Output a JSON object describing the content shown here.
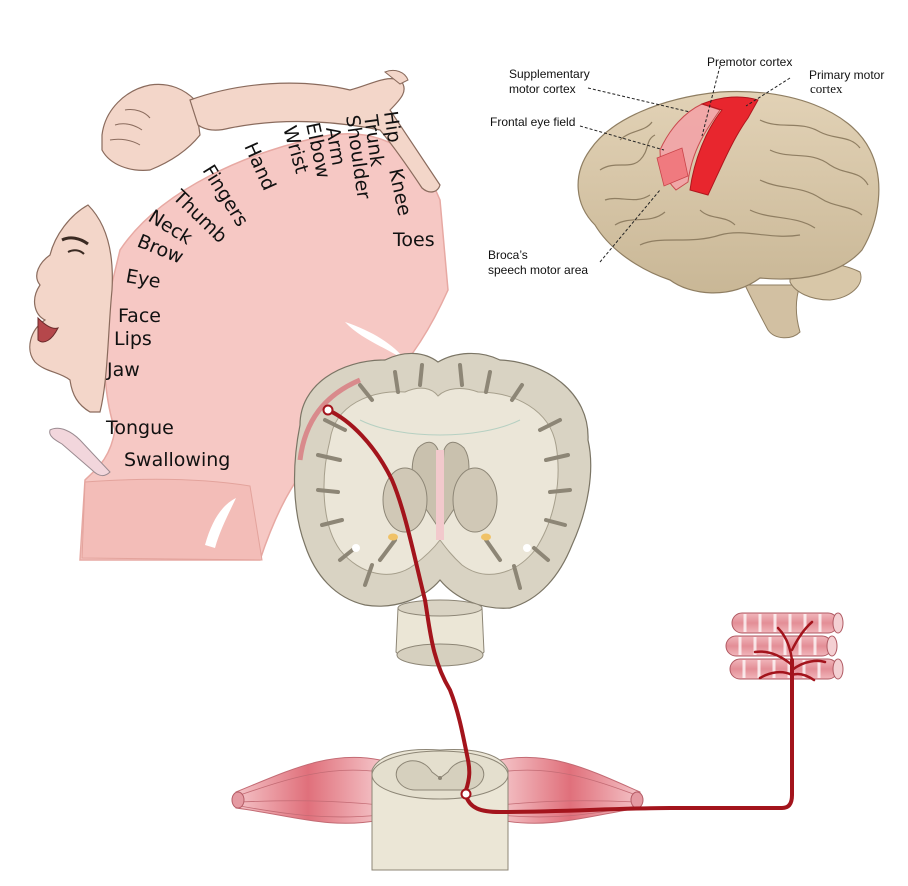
{
  "homunculus": {
    "labels": [
      "Toes",
      "Knee",
      "Hip",
      "Trunk",
      "Shoulder",
      "Arm",
      "Elbow",
      "Wrist",
      "Hand",
      "Fingers",
      "Thumb",
      "Neck",
      "Brow",
      "Eye",
      "Face",
      "Lips",
      "Jaw",
      "Tongue",
      "Swallowing"
    ]
  },
  "brain_lateral": {
    "labels": {
      "premotor": "Premotor cortex",
      "primary_motor_1": "Primary motor",
      "primary_motor_2": "cortex",
      "supplementary_1": "Supplementary",
      "supplementary_2": "motor cortex",
      "frontal_eye": "Frontal eye field",
      "broca_1": "Broca’s",
      "broca_2": "speech motor area"
    }
  },
  "colors": {
    "homunculus_fill": "#f6c8c4",
    "motor_tract": "#a3141c",
    "muscle_pink": "#e8a0a6",
    "brain_tan": "#d9cbb2",
    "cortex_highlight": "#e8262e"
  }
}
